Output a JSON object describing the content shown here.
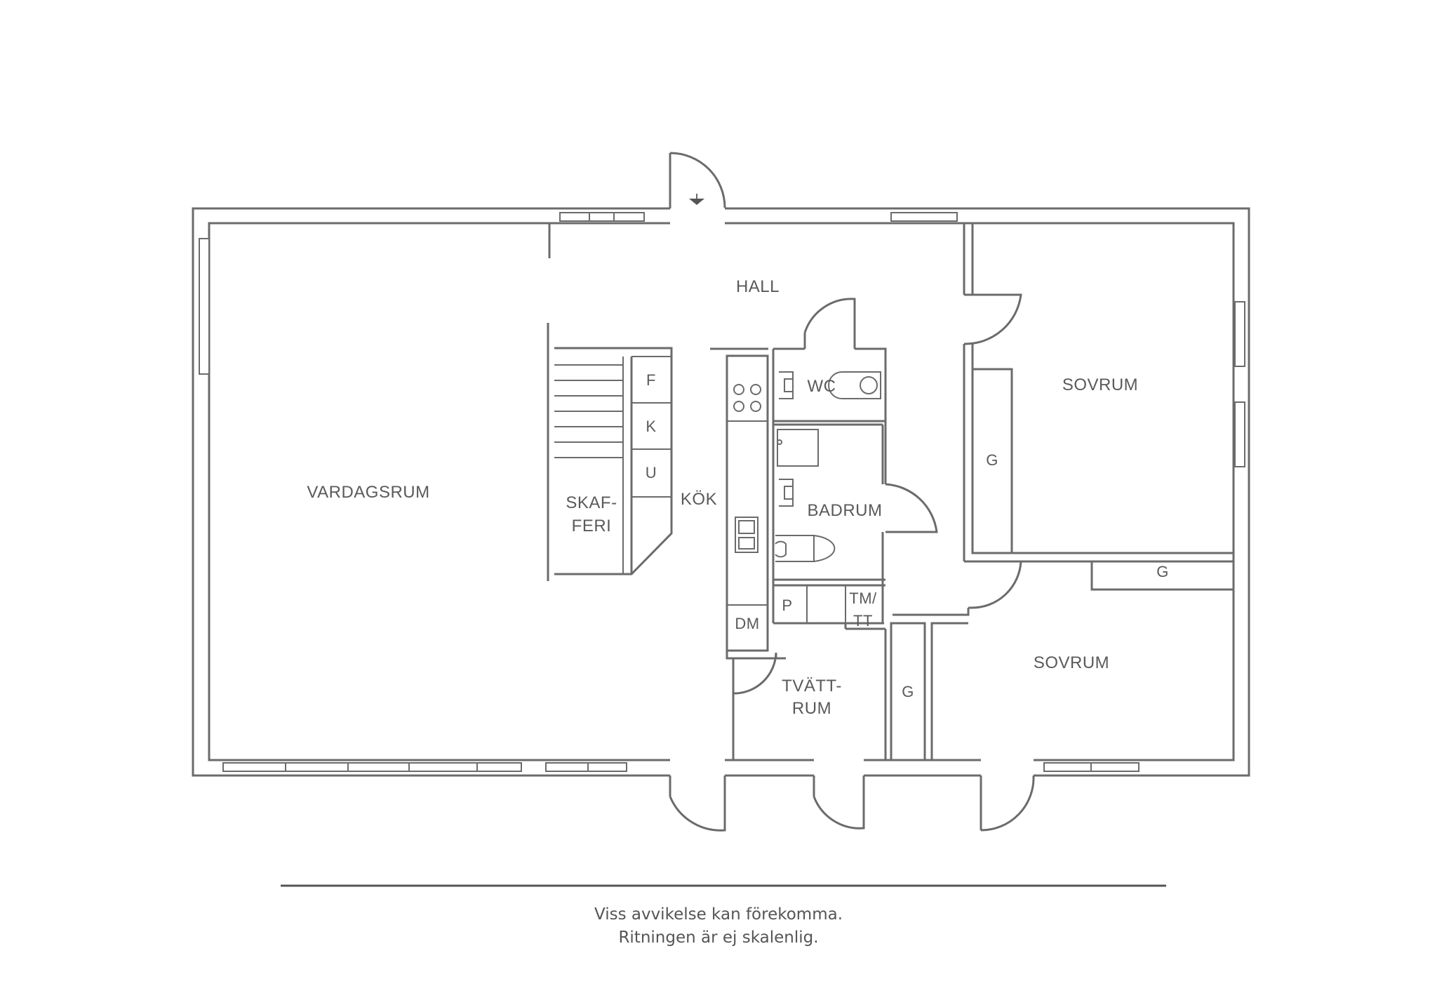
{
  "rooms": {
    "hall": "HALL",
    "vardagsrum": "VARDAGSRUM",
    "skafferi_1": "SKAF-",
    "skafferi_2": "FERI",
    "kok": "KÖK",
    "wc": "WC",
    "badrum": "BADRUM",
    "sovrum_upper": "SOVRUM",
    "sovrum_lower": "SOVRUM",
    "tvattrum_1": "TVÄTT-",
    "tvattrum_2": "RUM"
  },
  "fixtures": {
    "f": "F",
    "k": "K",
    "u": "U",
    "dm": "DM",
    "p": "P",
    "tmtt_1": "TM/",
    "tmtt_2": "TT",
    "g_upper": "G",
    "g_lower_right": "G",
    "g_corridor": "G"
  },
  "footer": {
    "line1": "Viss avvikelse kan förekomma.",
    "line2": "Ritningen är ej skalenlig."
  }
}
